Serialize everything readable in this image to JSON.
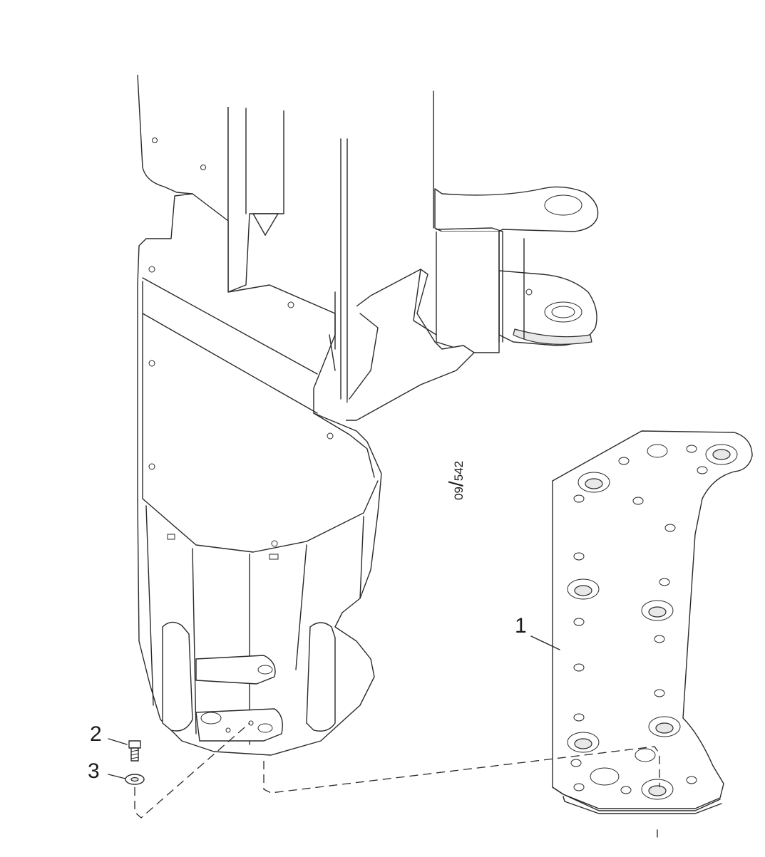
{
  "callouts": [
    {
      "number": "1",
      "part": "plate"
    },
    {
      "number": "2",
      "part": "screw"
    },
    {
      "number": "3",
      "part": "washer"
    }
  ],
  "reference": {
    "top": "09",
    "bottom": "542"
  },
  "colors": {
    "line": "#2a2a2a",
    "background": "#ffffff",
    "shade": "#e8e8e8"
  }
}
